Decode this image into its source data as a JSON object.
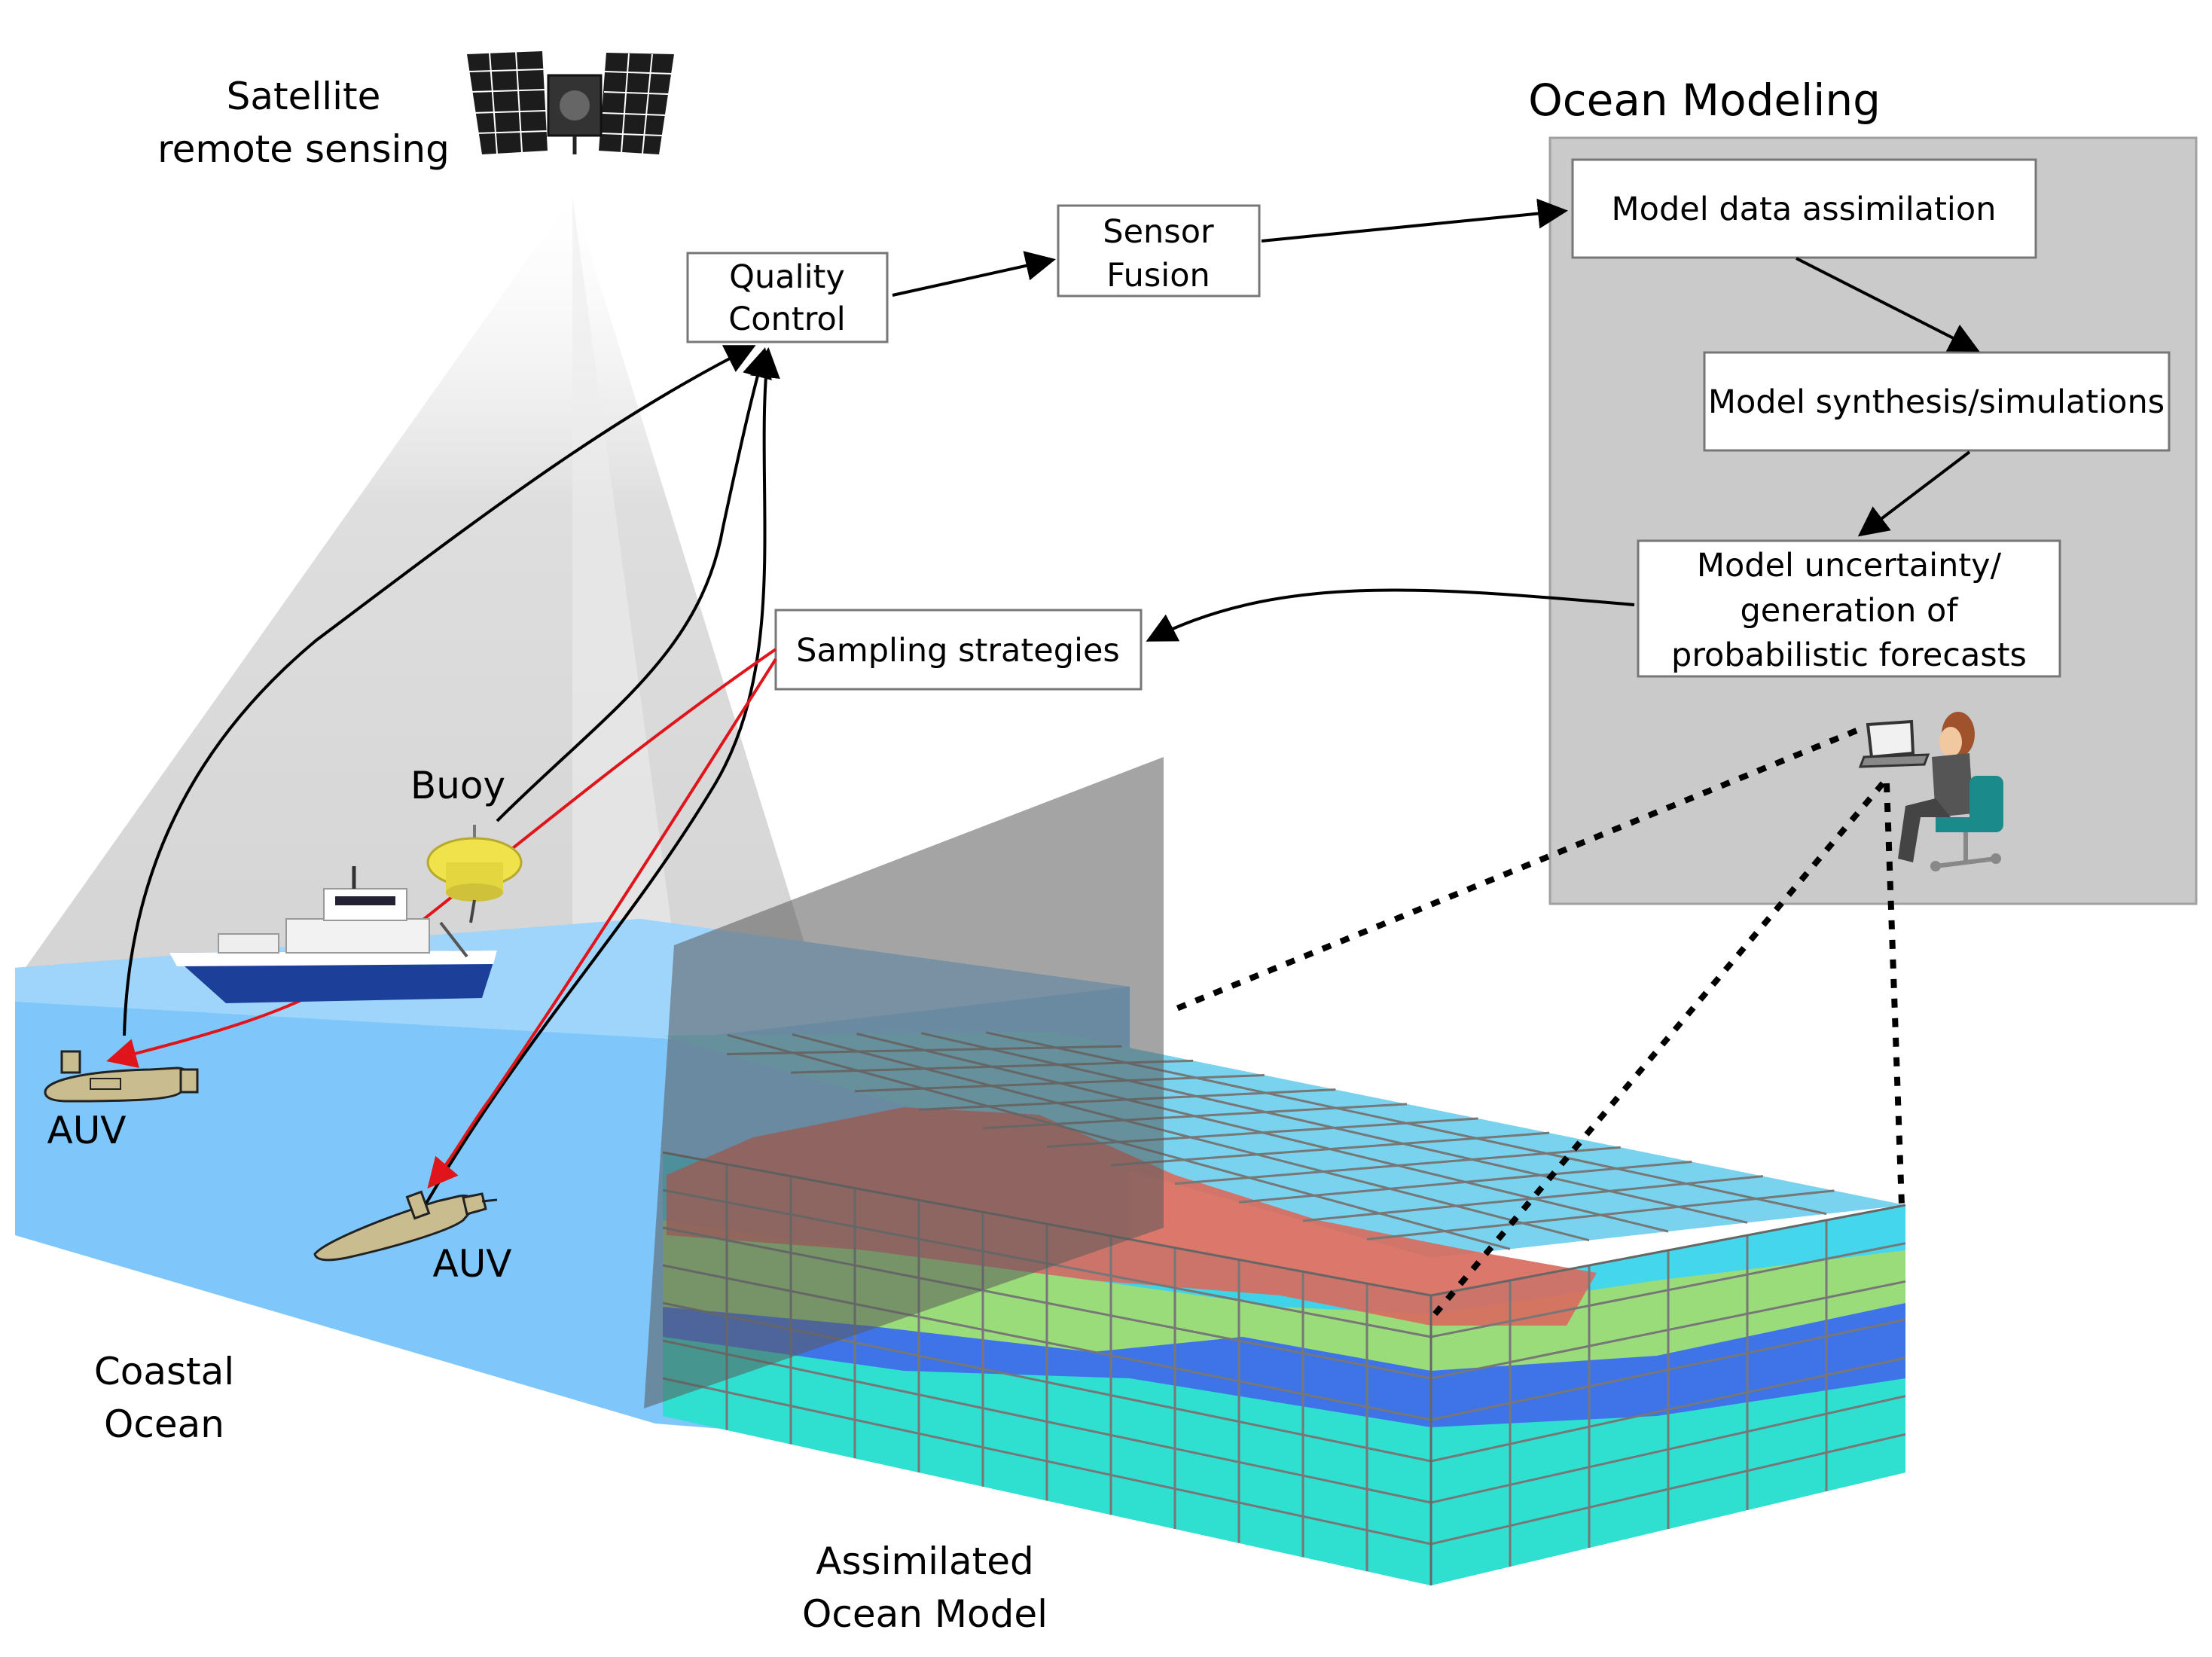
{
  "labels": {
    "satellite_line1": "Satellite",
    "satellite_line2": "remote sensing",
    "ocean_modeling": "Ocean Modeling",
    "buoy": "Buoy",
    "auv_1": "AUV",
    "auv_2": "AUV",
    "coastal_line1": "Coastal",
    "coastal_line2": "Ocean",
    "assimilated_line1": "Assimilated",
    "assimilated_line2": "Ocean Model"
  },
  "boxes": {
    "quality_control_line1": "Quality",
    "quality_control_line2": "Control",
    "sensor_fusion_line1": "Sensor",
    "sensor_fusion_line2": "Fusion",
    "model_data_assimilation": "Model data assimilation",
    "model_synthesis": "Model synthesis/simulations",
    "model_uncertainty_line1": "Model uncertainty/",
    "model_uncertainty_line2": "generation of",
    "model_uncertainty_line3": "probabilistic forecasts",
    "sampling_strategies": "Sampling strategies"
  },
  "colors": {
    "ocean_water": "#7fc6fa",
    "modeling_panel": "#cacaca",
    "satellite_cone": "#dcdcdc",
    "feedback_arrow": "#e0151b",
    "data_arrow": "#000000",
    "layer_red": "#d96b5e",
    "layer_green": "#9bdc7a",
    "layer_blue": "#3f74e8",
    "layer_teal": "#2fe0d0",
    "auv_body": "#c9bc8f",
    "buoy_yellow": "#efe24a",
    "ship_hull": "#1c3f9a"
  }
}
